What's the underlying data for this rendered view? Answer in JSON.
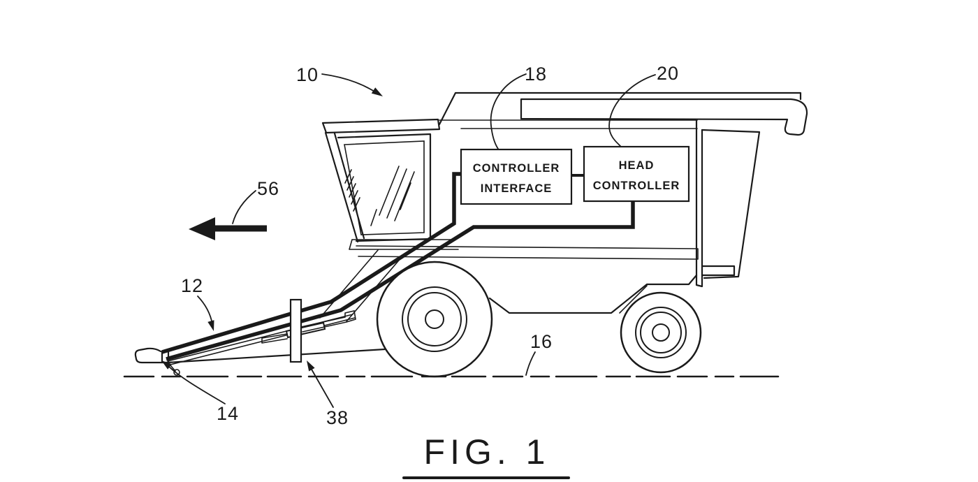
{
  "figure": {
    "caption": "FIG. 1",
    "boxes": {
      "controller_interface": {
        "line1": "CONTROLLER",
        "line2": "INTERFACE"
      },
      "head_controller": {
        "line1": "HEAD",
        "line2": "CONTROLLER"
      }
    },
    "labels": {
      "combine": "10",
      "header": "12",
      "height_sensor": "14",
      "ground": "16",
      "controller_interface": "18",
      "head_controller": "20",
      "actuator_bracket": "38",
      "travel_direction": "56"
    },
    "colors": {
      "line": "#1a1a1a",
      "background": "#ffffff"
    }
  }
}
